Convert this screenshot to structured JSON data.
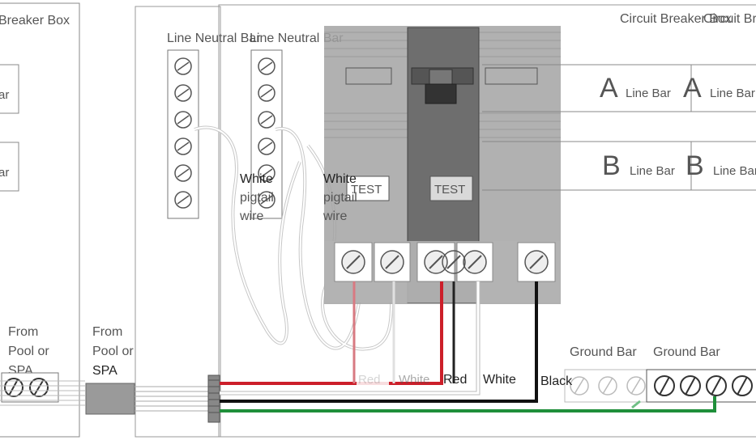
{
  "left_panel": {
    "box_title": "Breaker Box",
    "bar_label_1": "ar",
    "bar_label_2": "ar",
    "from_line1": "From",
    "from_line2": "Pool or",
    "from_line3": "SPA"
  },
  "middle_panel": {
    "from_line1": "From",
    "from_line2": "Pool or",
    "from_line3": "SPA",
    "line_neutral_bar_1": "Line Neutral Bar",
    "line_neutral_bar_2": "Line Neutral Bar",
    "pigtail_1": [
      "White",
      "pigtail",
      "wire"
    ],
    "pigtail_2": [
      "White",
      "pigtail",
      "wire"
    ]
  },
  "breaker": {
    "test_label_1": "TEST",
    "test_label_2": "TEST"
  },
  "right_panel": {
    "box_title_1": "Circuit Breaker Box",
    "box_title_2": "Circuit Breaker Box",
    "a_letter": "A",
    "a_label": "Line Bar",
    "b_letter": "B",
    "b_label": "Line Bar",
    "ground_bar_1": "Ground Bar",
    "ground_bar_2": "Ground Bar"
  },
  "wire_labels": {
    "red_1": "Red",
    "white_1": "White",
    "red_2": "Red",
    "white_2": "White",
    "black": "Black"
  },
  "colors": {
    "red_wire": "#cc1f2a",
    "black_wire": "#111111",
    "white_wire": "#ffffff",
    "green_wire": "#1f8f3a",
    "breaker_body": "#9a9a9a",
    "breaker_handle": "#6a6a6a"
  }
}
